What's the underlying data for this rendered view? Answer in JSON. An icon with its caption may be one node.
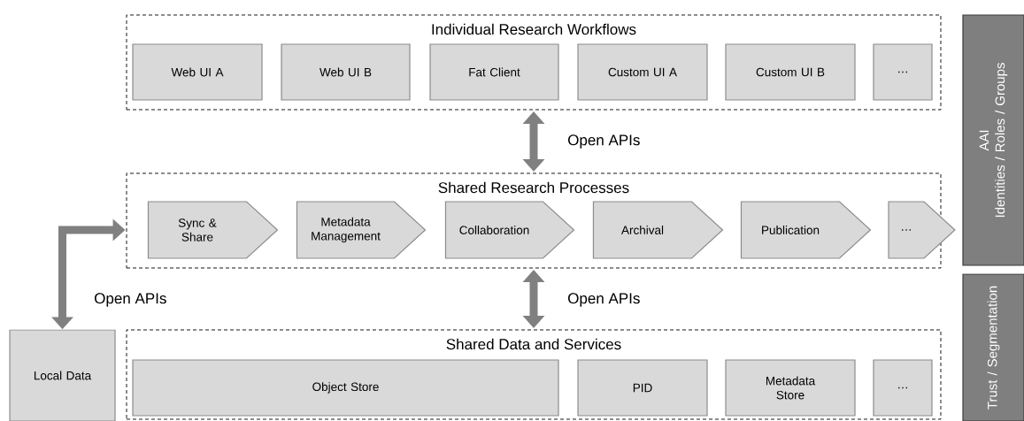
{
  "diagram": {
    "nodes": [
      {
        "text": [
          "Individual Research Workflows"
        ]
      },
      {
        "text": [
          "Web UI A"
        ],
        "in": 0
      },
      {
        "text": [
          "Web UI B"
        ],
        "in": 0
      },
      {
        "text": [
          "Fat Client"
        ],
        "in": 0
      },
      {
        "text": [
          "Custom UI A"
        ],
        "in": 0
      },
      {
        "text": [
          "Custom UI B"
        ],
        "in": 0
      },
      {
        "text": [
          "…"
        ],
        "in": 0
      },
      {
        "text": [
          "Shared Research Processes"
        ]
      },
      {
        "text": [
          "Sync & Share"
        ],
        "in": 7
      },
      {
        "text": [
          "Metadata Management"
        ],
        "in": 7
      },
      {
        "text": [
          "Collaboration"
        ],
        "in": 7
      },
      {
        "text": [
          "Archival"
        ],
        "in": 7
      },
      {
        "text": [
          "Publication"
        ],
        "in": 7
      },
      {
        "text": [
          "…"
        ],
        "in": 7
      },
      {
        "text": [
          "Local Data"
        ]
      },
      {
        "text": [
          "Shared Data and Services"
        ]
      },
      {
        "text": [
          "Object Store"
        ],
        "in": 15
      },
      {
        "text": [
          "PID"
        ],
        "in": 15
      },
      {
        "text": [
          "Metadata Store"
        ],
        "in": 15
      },
      {
        "text": [
          "…"
        ],
        "in": 15
      },
      {
        "text": [
          "AAI",
          "Identities / Roles / Groups"
        ]
      },
      {
        "text": [
          "Trust / Segmentation"
        ]
      }
    ],
    "edges": [
      {
        "from": 0,
        "to": 7,
        "arrow": "both",
        "label": "Open APIs"
      },
      {
        "from": 7,
        "to": 15,
        "arrow": "both",
        "label": "Open APIs"
      },
      {
        "from": 14,
        "to": 7,
        "arrow": "both",
        "label": "Open APIs"
      }
    ]
  }
}
